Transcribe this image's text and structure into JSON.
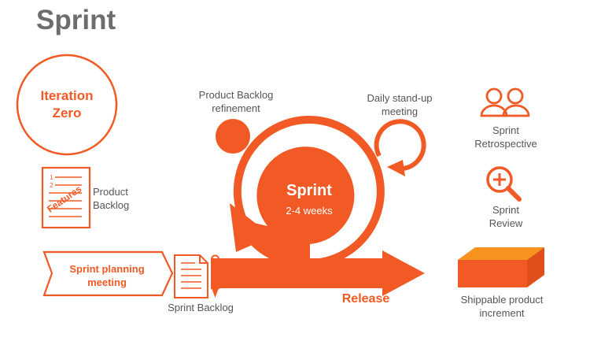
{
  "title": "Sprint",
  "colors": {
    "accent": "#f15a24",
    "text": "#666666"
  },
  "iteration_zero": "Iteration\nZero",
  "product_backlog": {
    "label": "Product\nBacklog",
    "doc_rows": [
      "1",
      "2"
    ],
    "stamp": "Features"
  },
  "sprint_planning": "Sprint planning\nmeeting",
  "sprint_backlog": "Sprint Backlog",
  "refinement": "Product Backlog\nrefinement",
  "daily_standup": "Daily stand-up\nmeeting",
  "cycle": {
    "title": "Sprint",
    "duration": "2-4 weeks"
  },
  "release": "Release",
  "retrospective": {
    "label": "Sprint\nRetrospective",
    "icon": "people-icon"
  },
  "review": {
    "label": "Sprint\nReview",
    "icon": "magnifier-plus-icon"
  },
  "increment": {
    "label": "Shippable product\nincrement",
    "icon": "box-icon"
  }
}
